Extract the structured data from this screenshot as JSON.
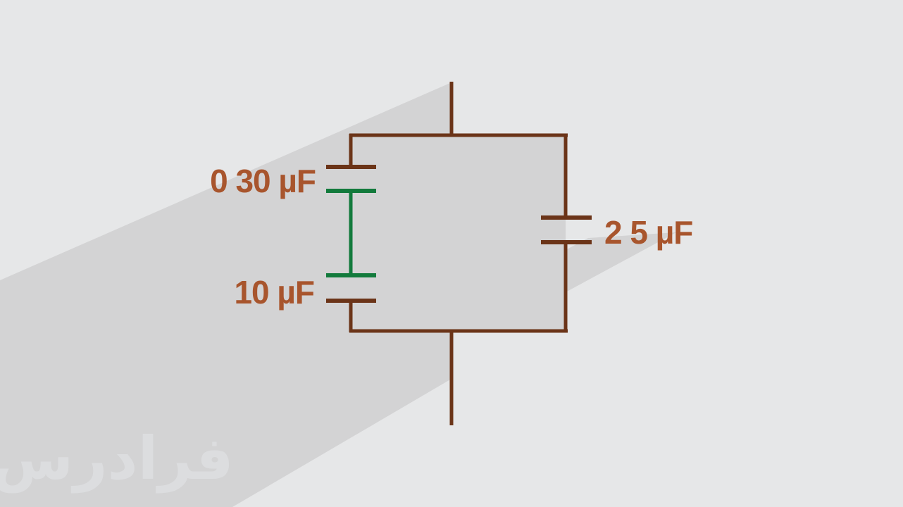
{
  "capacitors": [
    {
      "id": "c1",
      "label": "0 30 µF"
    },
    {
      "id": "c2",
      "label": "10 µF"
    },
    {
      "id": "c3",
      "label": "2 5 µF"
    }
  ],
  "watermark": {
    "text": "فرادرس"
  },
  "colors": {
    "background": "#e6e7e8",
    "shadow": "#d3d3d4",
    "wire": "#6b3418",
    "series_link": "#127a3c",
    "label": "#a8552d",
    "watermark": "#dcdddf"
  }
}
